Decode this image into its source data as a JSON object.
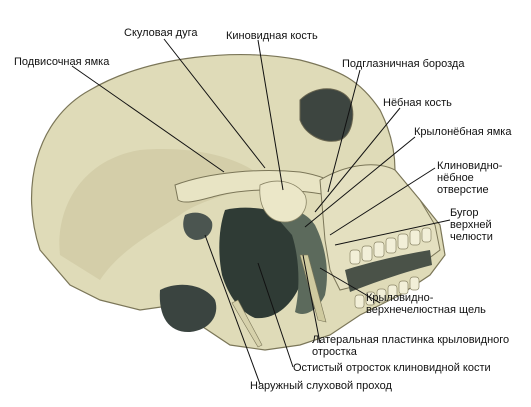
{
  "labels": {
    "zygomatic_arch": "Скуловая дуга",
    "sphenoid_bone": "Киновидная кость",
    "infratemporal_fossa": "Подвисочная ямка",
    "infraorbital_groove": "Подглазничная борозда",
    "palatine_bone": "Нёбная кость",
    "pterygopalatine_fossa": "Крылонёбная ямка",
    "sphenopalatine_foramen": "Клиновидно-\nнёбное\nотверстие",
    "maxillary_tuberosity": "Бугор\nверхней\nчелюсти",
    "pterygomaxillary_fissure": "Крыловидно-\nверхнечелюстная щель",
    "lateral_pterygoid_plate": "Латеральная пластинка крыловидного\nотростка",
    "sphenoid_spine": "Остистый отросток клиновидной кости",
    "external_auditory_meatus": "Наружный слуховой проход"
  },
  "colors": {
    "bone": "#dfdbb8",
    "bone_shadow": "#b9b48e",
    "dark_cavity": "#2f3b35",
    "mid_cavity": "#5c6a5c",
    "outline": "#7b7658"
  }
}
